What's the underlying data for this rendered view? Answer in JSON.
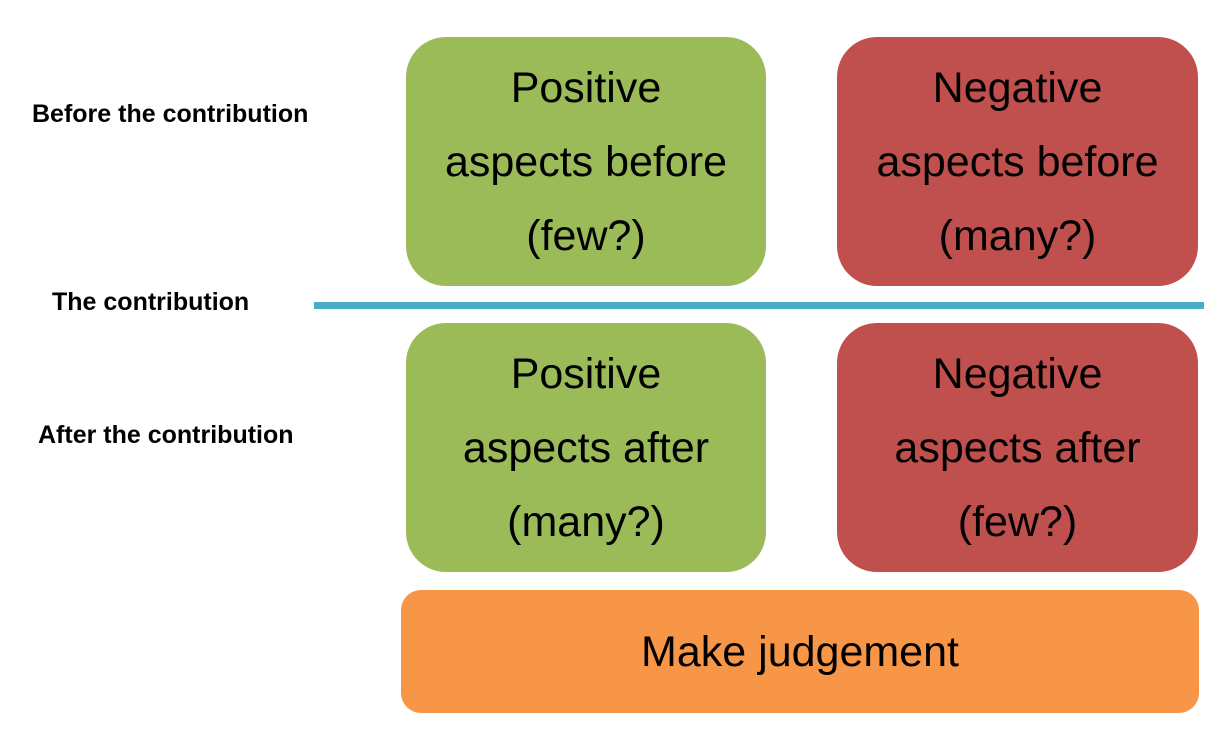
{
  "labels": {
    "before": "Before the contribution",
    "contribution": "The contribution",
    "after": "After the contribution"
  },
  "boxes": {
    "positive_before": [
      "Positive",
      "aspects before",
      "(few?)"
    ],
    "negative_before": [
      "Negative",
      "aspects before",
      "(many?)"
    ],
    "positive_after": [
      "Positive",
      "aspects after",
      "(many?)"
    ],
    "negative_after": [
      "Negative",
      "aspects after",
      "(few?)"
    ],
    "judgement": "Make judgement"
  },
  "colors": {
    "positive": "#9bbb59",
    "negative": "#c0504d",
    "judgement": "#f79646",
    "divider": "#4bacc6"
  }
}
